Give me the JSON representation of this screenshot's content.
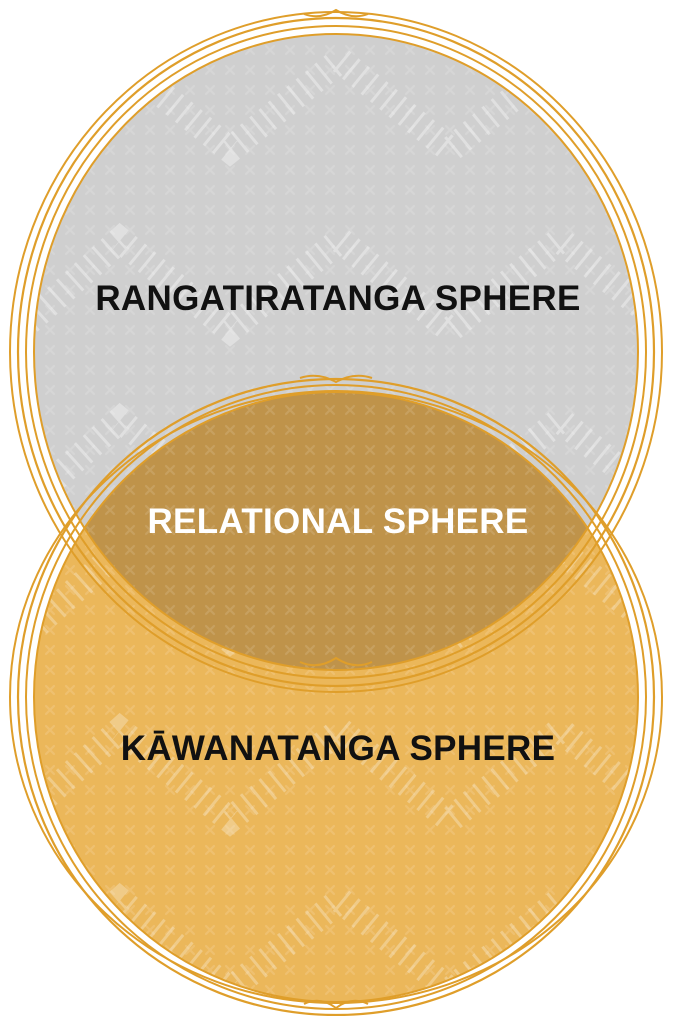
{
  "diagram": {
    "type": "venn",
    "spheres": [
      {
        "id": "rangatiratanga",
        "label": "RANGATIRATANGA SPHERE",
        "fill": "#cfcfcf",
        "pattern": "cross-stitch-zigzag"
      },
      {
        "id": "kawanatanga",
        "label": "KĀWANATANGA SPHERE",
        "fill": "#ebb75a",
        "pattern": "cross-stitch-zigzag"
      }
    ],
    "intersection": {
      "id": "relational",
      "label": "RELATIONAL SPHERE",
      "fill": "#bf934a"
    },
    "colors": {
      "outline": "#df9e2a",
      "label_dark": "#111111",
      "label_light": "#ffffff",
      "pattern_mark": "#ffffff"
    }
  }
}
